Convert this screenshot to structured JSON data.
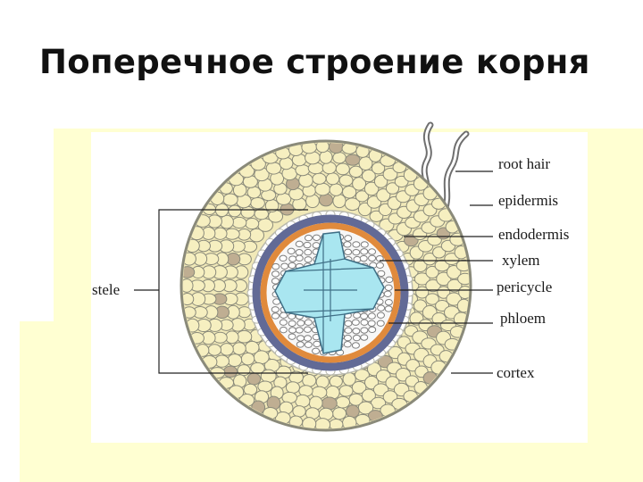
{
  "title": "Поперечное строение корня",
  "labels": {
    "root_hair": "root hair",
    "epidermis": "epidermis",
    "endodermis": "endodermis",
    "xylem": "xylem",
    "pericycle": "pericycle",
    "phloem": "phloem",
    "cortex": "cortex",
    "stele": "stele"
  },
  "colors": {
    "background_band": "#ffffd2",
    "cell_fill": "#f6efc0",
    "cell_outline": "#8a8a7a",
    "brown_cell": "#bfae92",
    "endodermis_ring": "#626a96",
    "pericycle_ring": "#e08a3c",
    "xylem": "#a9e6f0",
    "phloem_area": "#f7f7f7"
  }
}
